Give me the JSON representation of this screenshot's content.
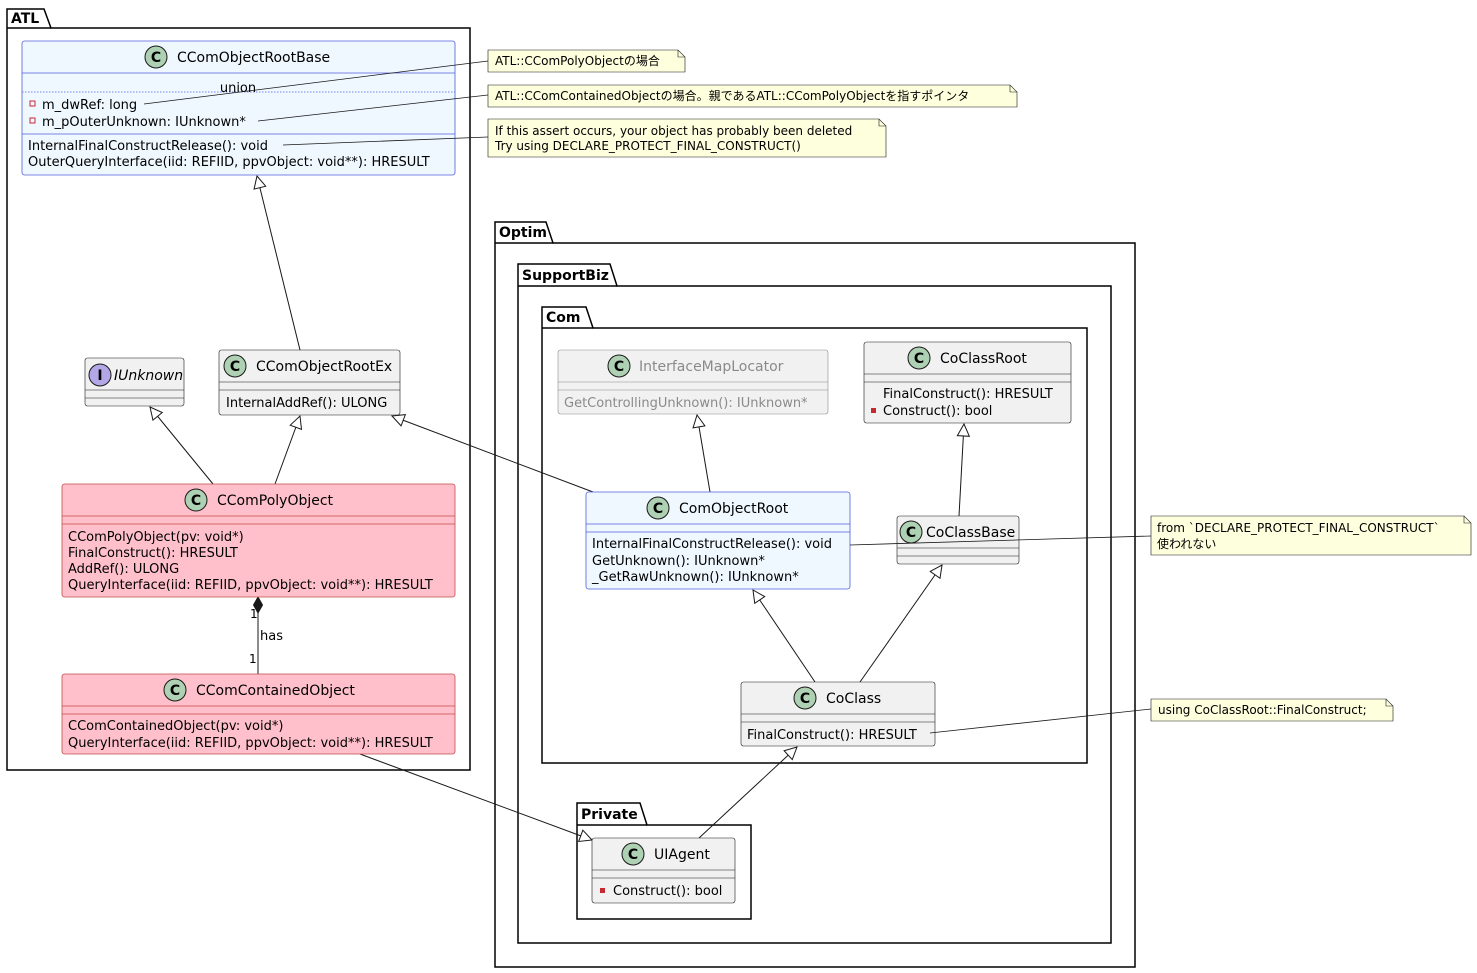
{
  "packages": {
    "atl": "ATL",
    "optim": "Optim",
    "supportbiz": "SupportBiz",
    "com": "Com",
    "private": "Private"
  },
  "classes": {
    "ccomobjectrootbase": {
      "name": "CComObjectRootBase",
      "union_label": "union",
      "fields": [
        "m_dwRef: long",
        "m_pOuterUnknown: IUnknown*"
      ],
      "methods": [
        "InternalFinalConstructRelease(): void",
        "OuterQueryInterface(iid: REFIID, ppvObject: void**): HRESULT"
      ]
    },
    "iunknown": {
      "name": "IUnknown"
    },
    "ccomobjectrootex": {
      "name": "CComObjectRootEx",
      "methods": [
        "InternalAddRef(): ULONG"
      ]
    },
    "ccompolyobject": {
      "name": "CComPolyObject",
      "methods": [
        "CComPolyObject(pv: void*)",
        "FinalConstruct(): HRESULT",
        "AddRef(): ULONG",
        "QueryInterface(iid: REFIID, ppvObject: void**): HRESULT"
      ]
    },
    "ccomcontainedobject": {
      "name": "CComContainedObject",
      "methods": [
        "CComContainedObject(pv: void*)",
        "QueryInterface(iid: REFIID, ppvObject: void**): HRESULT"
      ]
    },
    "interfacemaplocator": {
      "name": "InterfaceMapLocator",
      "methods": [
        "GetControllingUnknown(): IUnknown*"
      ]
    },
    "coclassroot": {
      "name": "CoClassRoot",
      "methods": [
        "FinalConstruct(): HRESULT",
        "Construct(): bool"
      ]
    },
    "comobjectroot": {
      "name": "ComObjectRoot",
      "methods": [
        "InternalFinalConstructRelease(): void",
        "GetUnknown(): IUnknown*",
        "_GetRawUnknown(): IUnknown*"
      ]
    },
    "coclassbase": {
      "name": "CoClassBase"
    },
    "coclass": {
      "name": "CoClass",
      "methods": [
        "FinalConstruct(): HRESULT"
      ]
    },
    "uiagent": {
      "name": "UIAgent",
      "methods": [
        "Construct(): bool"
      ]
    }
  },
  "relation_labels": {
    "has": "has",
    "mult_top": "1",
    "mult_bottom": "1"
  },
  "notes": {
    "poly": "ATL::CComPolyObjectの場合",
    "contained": "ATL::CComContainedObjectの場合。親であるATL::CComPolyObjectを指すポインタ",
    "assert_line1": "If this assert occurs, your object has probably been deleted",
    "assert_line2": "Try using DECLARE_PROTECT_FINAL_CONSTRUCT()",
    "from_line1": "from `DECLARE_PROTECT_FINAL_CONSTRUCT`",
    "from_line2": "使われない",
    "using": "using CoClassRoot::FinalConstruct;"
  },
  "colors": {
    "class_fill": "#F1F1F1",
    "highlight_fill": "#F0F8FF",
    "highlight_border": "#4F5FDB",
    "poly_fill": "#FFC0CB",
    "poly_border": "#C44B4B",
    "note_fill": "#FEFFDD",
    "circle_c": "#ADD1B2",
    "circle_i": "#B4A7E5",
    "private_marker": "#C82930"
  }
}
